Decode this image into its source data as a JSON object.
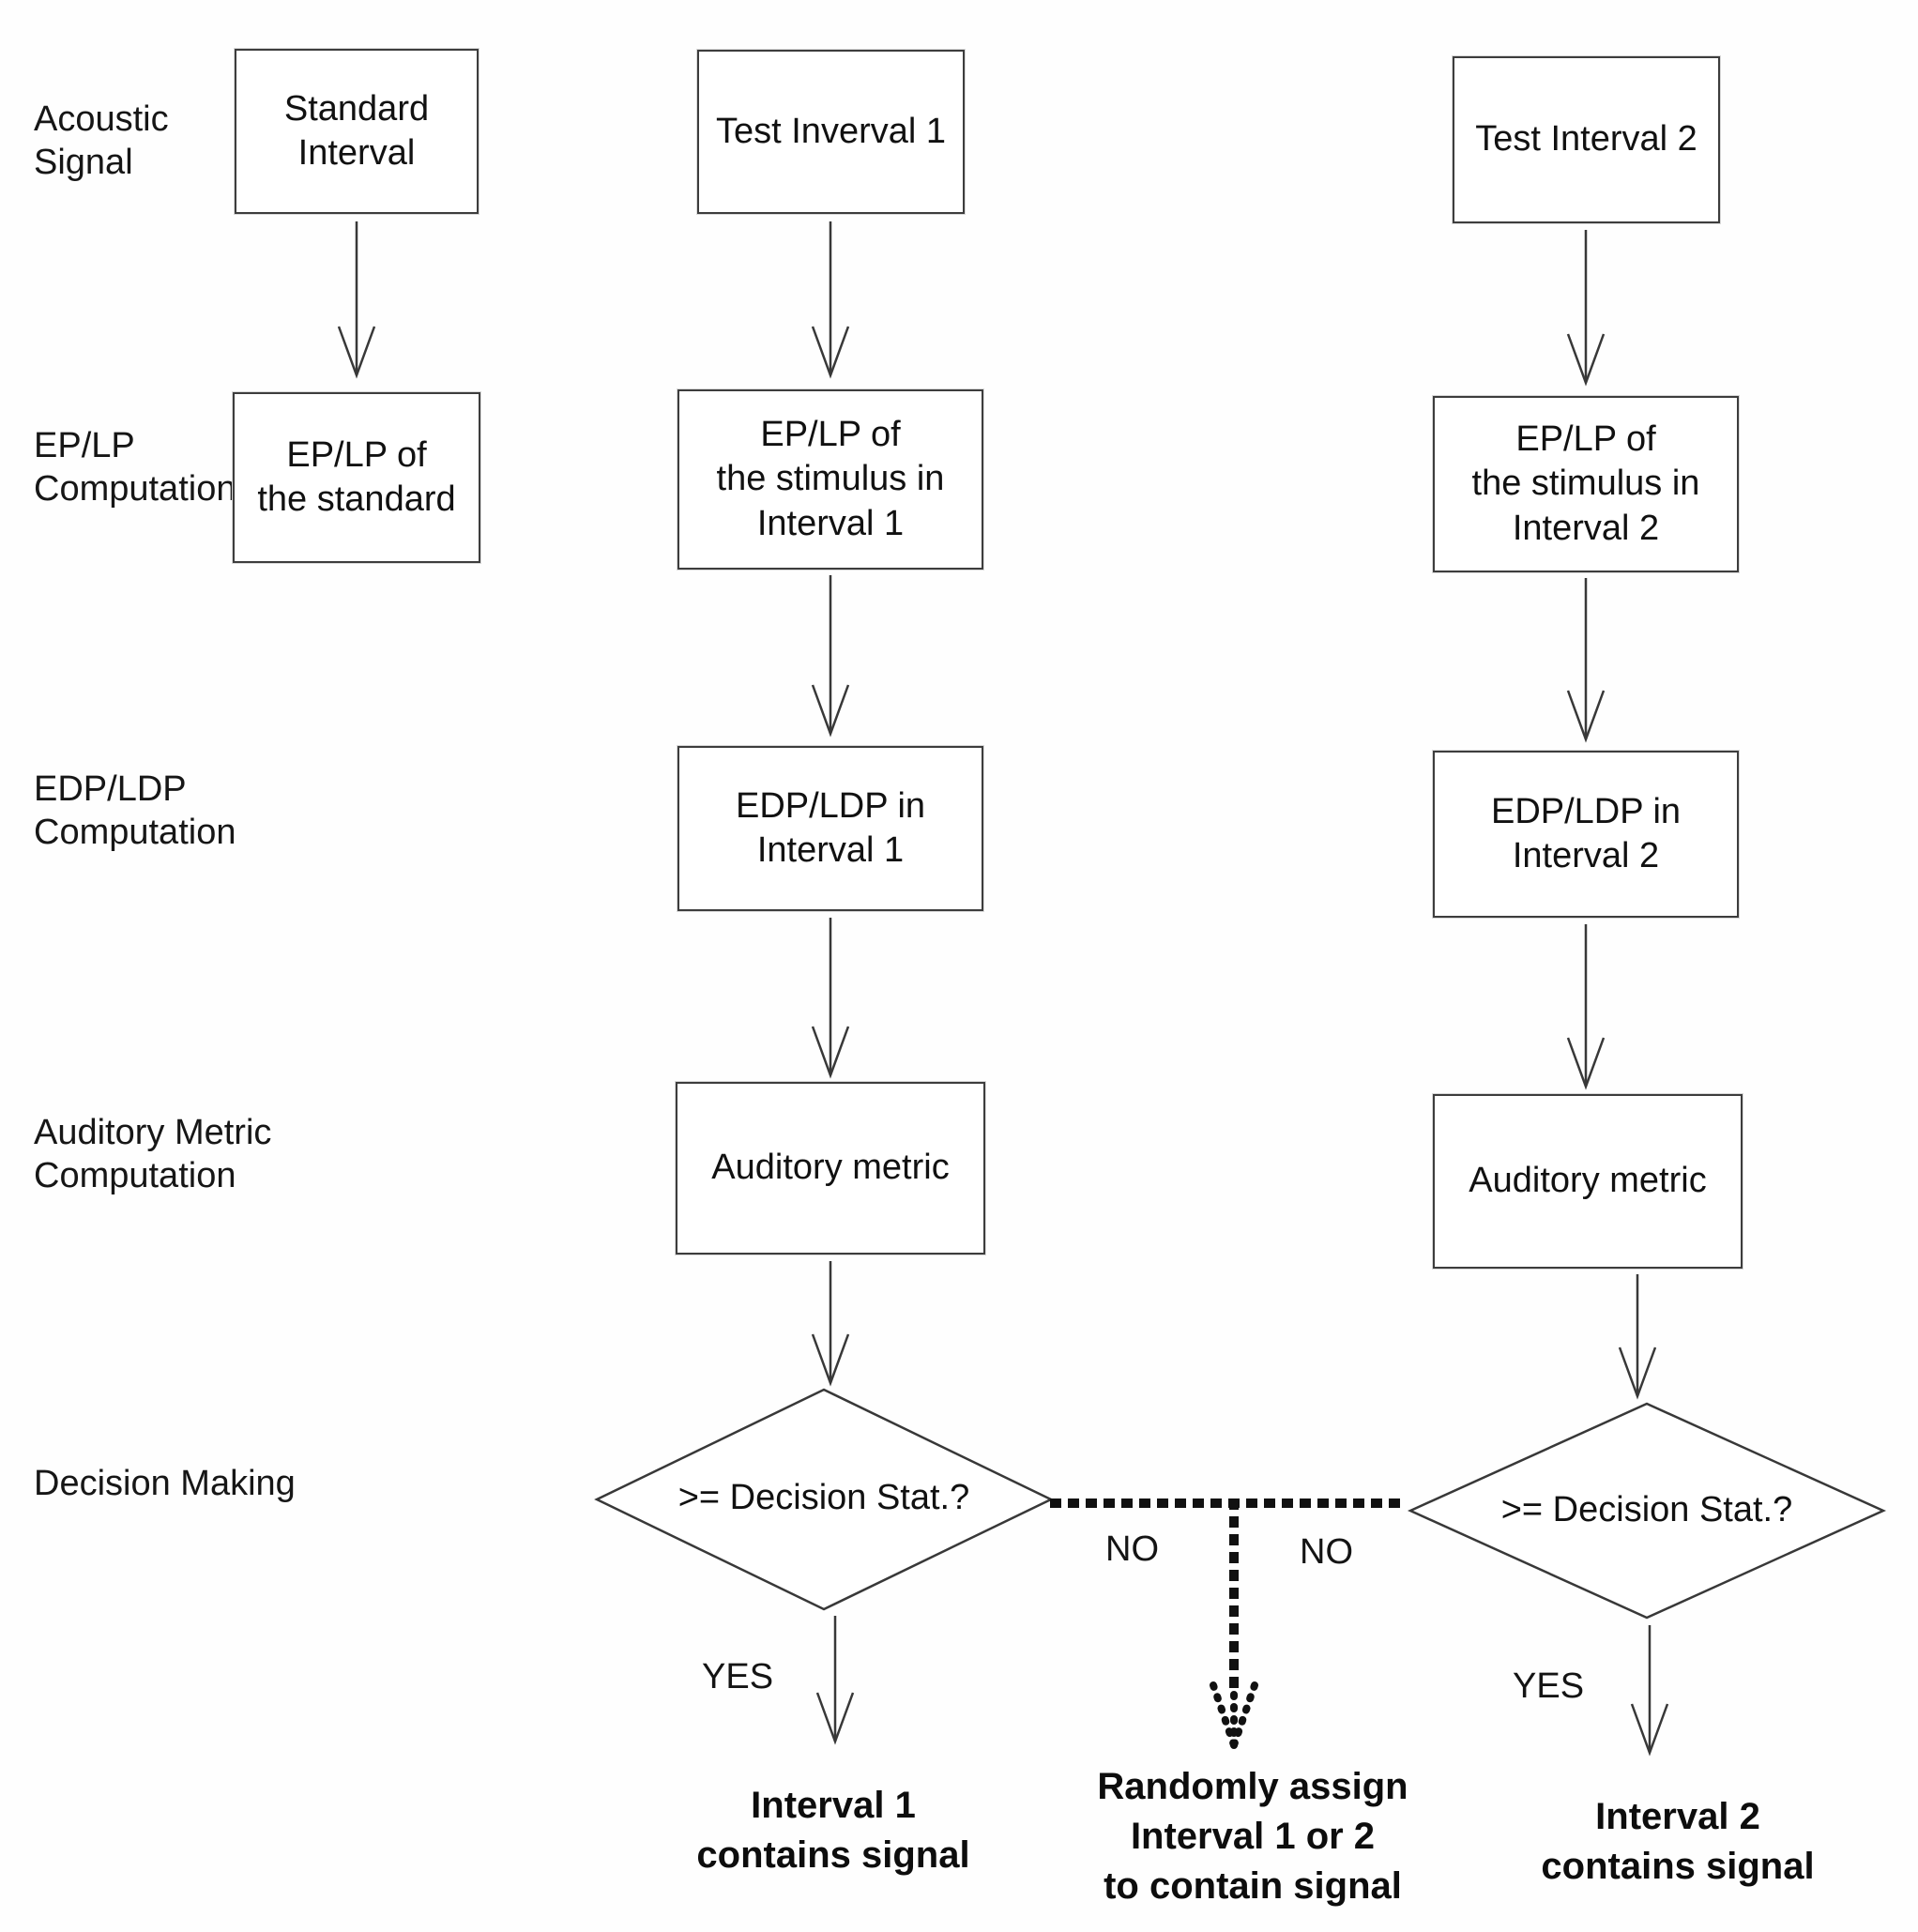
{
  "stage_labels": {
    "acoustic_signal": "Acoustic\nSignal",
    "ep_lp_computation": "EP/LP\nComputation",
    "edp_ldp_computation": "EDP/LDP\nComputation",
    "auditory_metric_computation": "Auditory Metric\nComputation",
    "decision_making": "Decision Making"
  },
  "boxes": {
    "standard_interval": "Standard\nInterval",
    "test_interval_1": "Test Inverval 1",
    "test_interval_2": "Test Interval 2",
    "ep_lp_standard": "EP/LP of\nthe standard",
    "ep_lp_interval_1": "EP/LP of\nthe stimulus in\nInterval 1",
    "ep_lp_interval_2": "EP/LP of\nthe stimulus in\nInterval 2",
    "edp_ldp_interval_1": "EDP/LDP in\nInterval 1",
    "edp_ldp_interval_2": "EDP/LDP in\nInterval 2",
    "auditory_metric_1": "Auditory metric",
    "auditory_metric_2": "Auditory metric"
  },
  "decisions": {
    "decision_1": ">= Decision Stat.?",
    "decision_2": ">= Decision Stat.?"
  },
  "branch_labels": {
    "yes_1": "YES",
    "no_1": "NO",
    "no_2": "NO",
    "yes_2": "YES"
  },
  "outcomes": {
    "interval_1": "Interval 1\ncontains signal",
    "random_assign": "Randomly assign\nInterval 1 or 2\nto contain signal",
    "interval_2": "Interval 2\ncontains signal"
  }
}
